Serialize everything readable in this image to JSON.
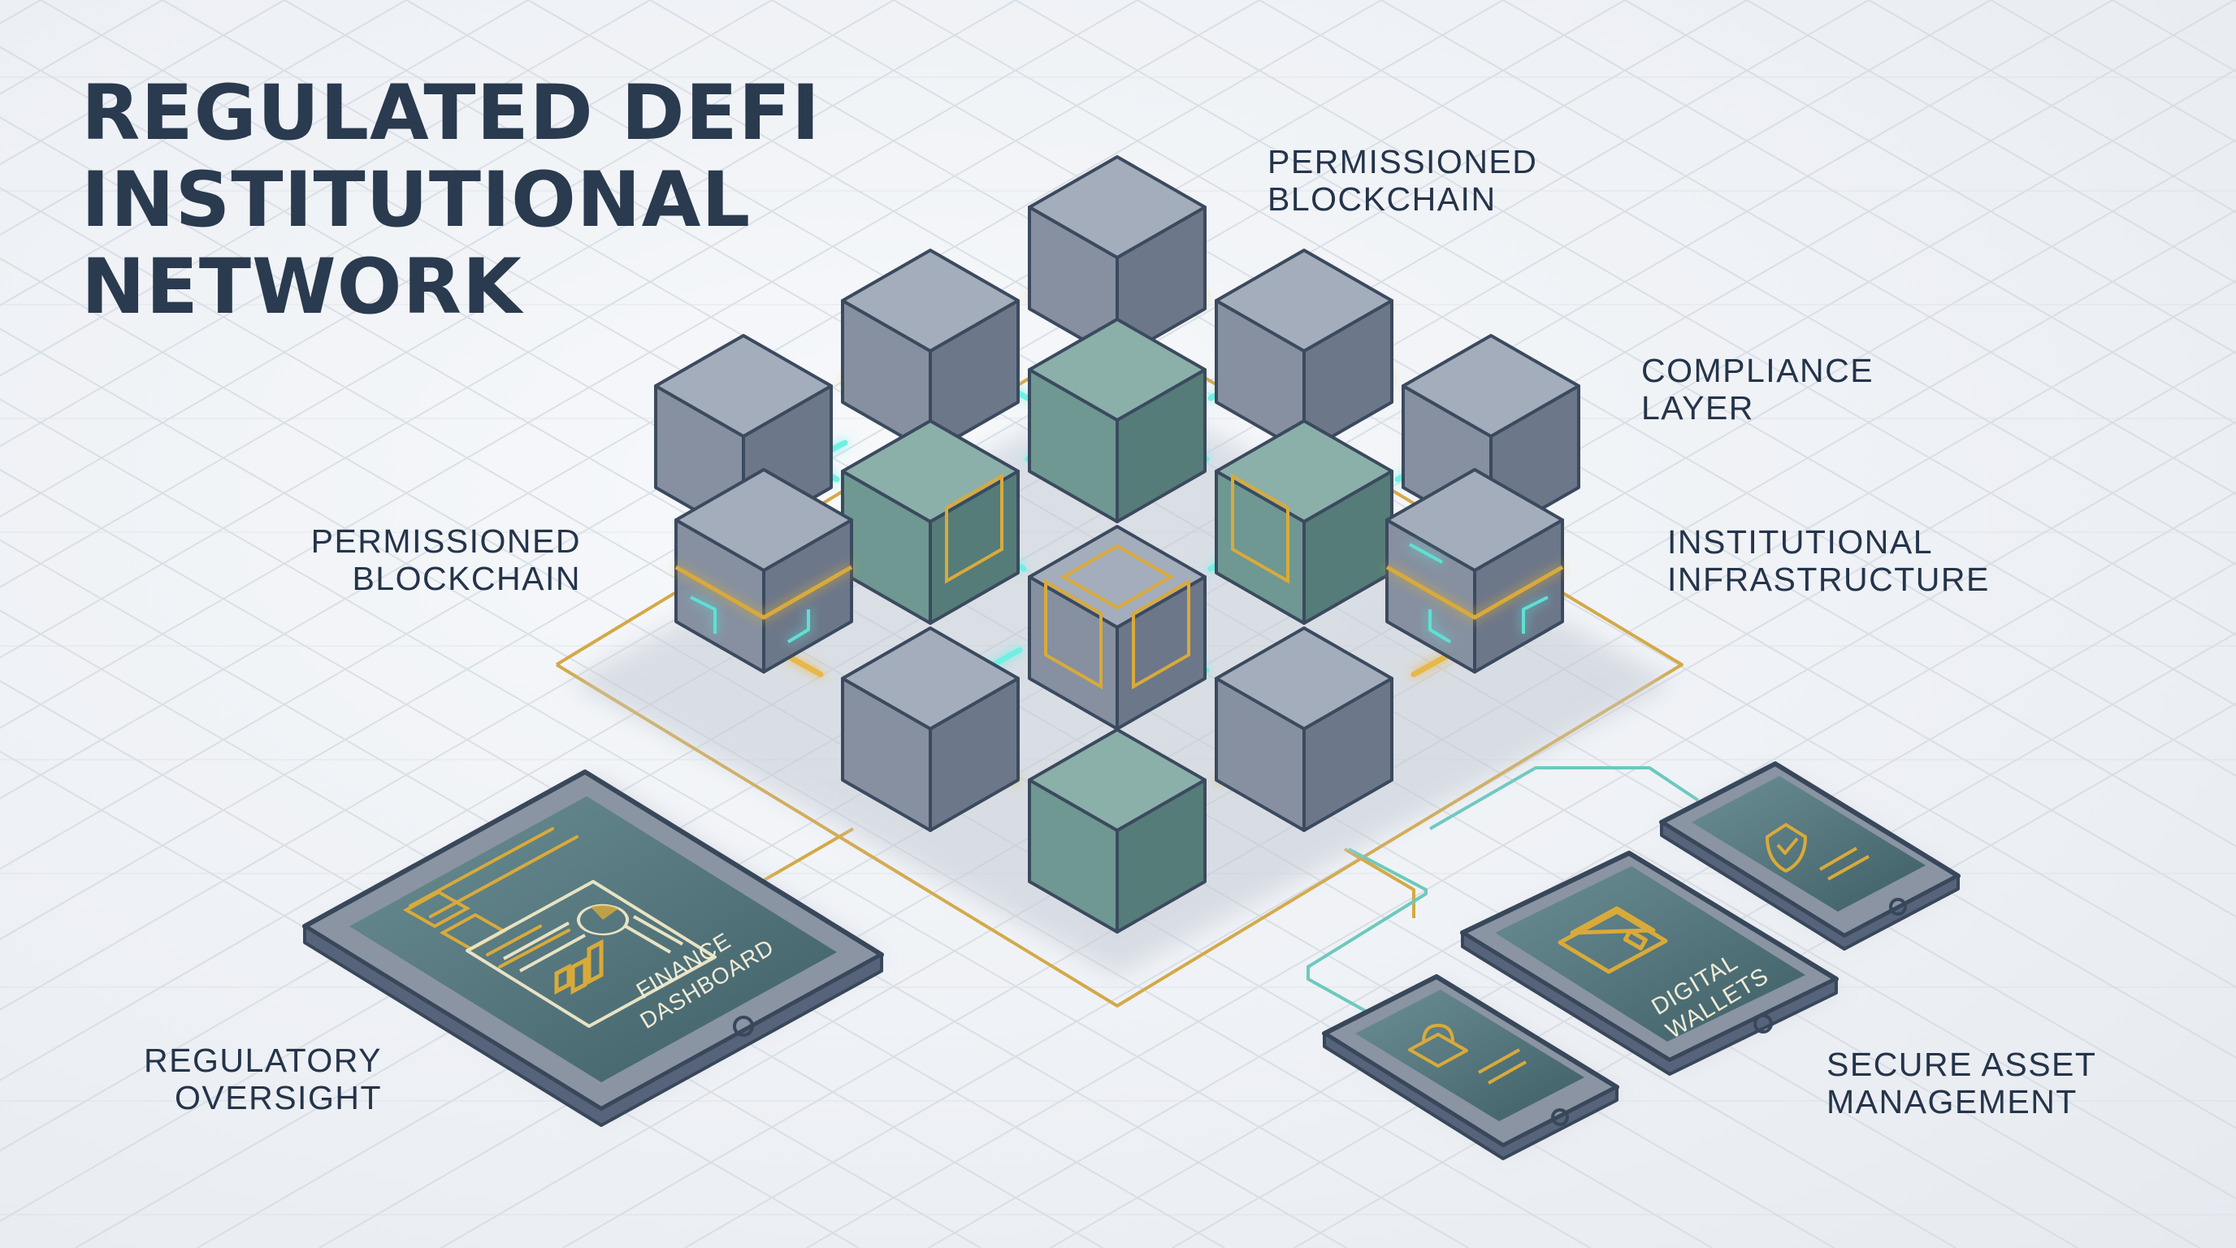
{
  "title": {
    "line1": "REGULATED DEFI",
    "line2": "INSTITUTIONAL",
    "line3": "NETWORK"
  },
  "labels": {
    "permissioned_top": {
      "line1": "PERMISSIONED",
      "line2": "BLOCKCHAIN"
    },
    "compliance": {
      "line1": "COMPLIANCE",
      "line2": "LAYER"
    },
    "institutional": {
      "line1": "INSTITUTIONAL",
      "line2": "INFRASTRUCTURE"
    },
    "permissioned_left": {
      "line1": "PERMISSIONED",
      "line2": "BLOCKCHAIN"
    },
    "regulatory": {
      "line1": "REGULATORY",
      "line2": "OVERSIGHT"
    },
    "secure_asset": {
      "line1": "SECURE ASSET",
      "line2": "MANAGEMENT"
    }
  },
  "devices": {
    "tablet_screen": {
      "line1": "FINANCE",
      "line2": "DASHBOARD"
    },
    "wallet_screen": {
      "line1": "DIGITAL",
      "line2": "WALLETS"
    }
  },
  "icons": [
    "pie-chart-icon",
    "bar-chart-icon",
    "wallet-icon",
    "shield-check-icon",
    "lock-icon"
  ],
  "colors": {
    "grey_cube": "#7d8799",
    "teal_cube": "#5f8c86",
    "gold_accent": "#d9aa3a",
    "teal_glow": "#5ee0d4",
    "dark_text": "#24344a"
  }
}
